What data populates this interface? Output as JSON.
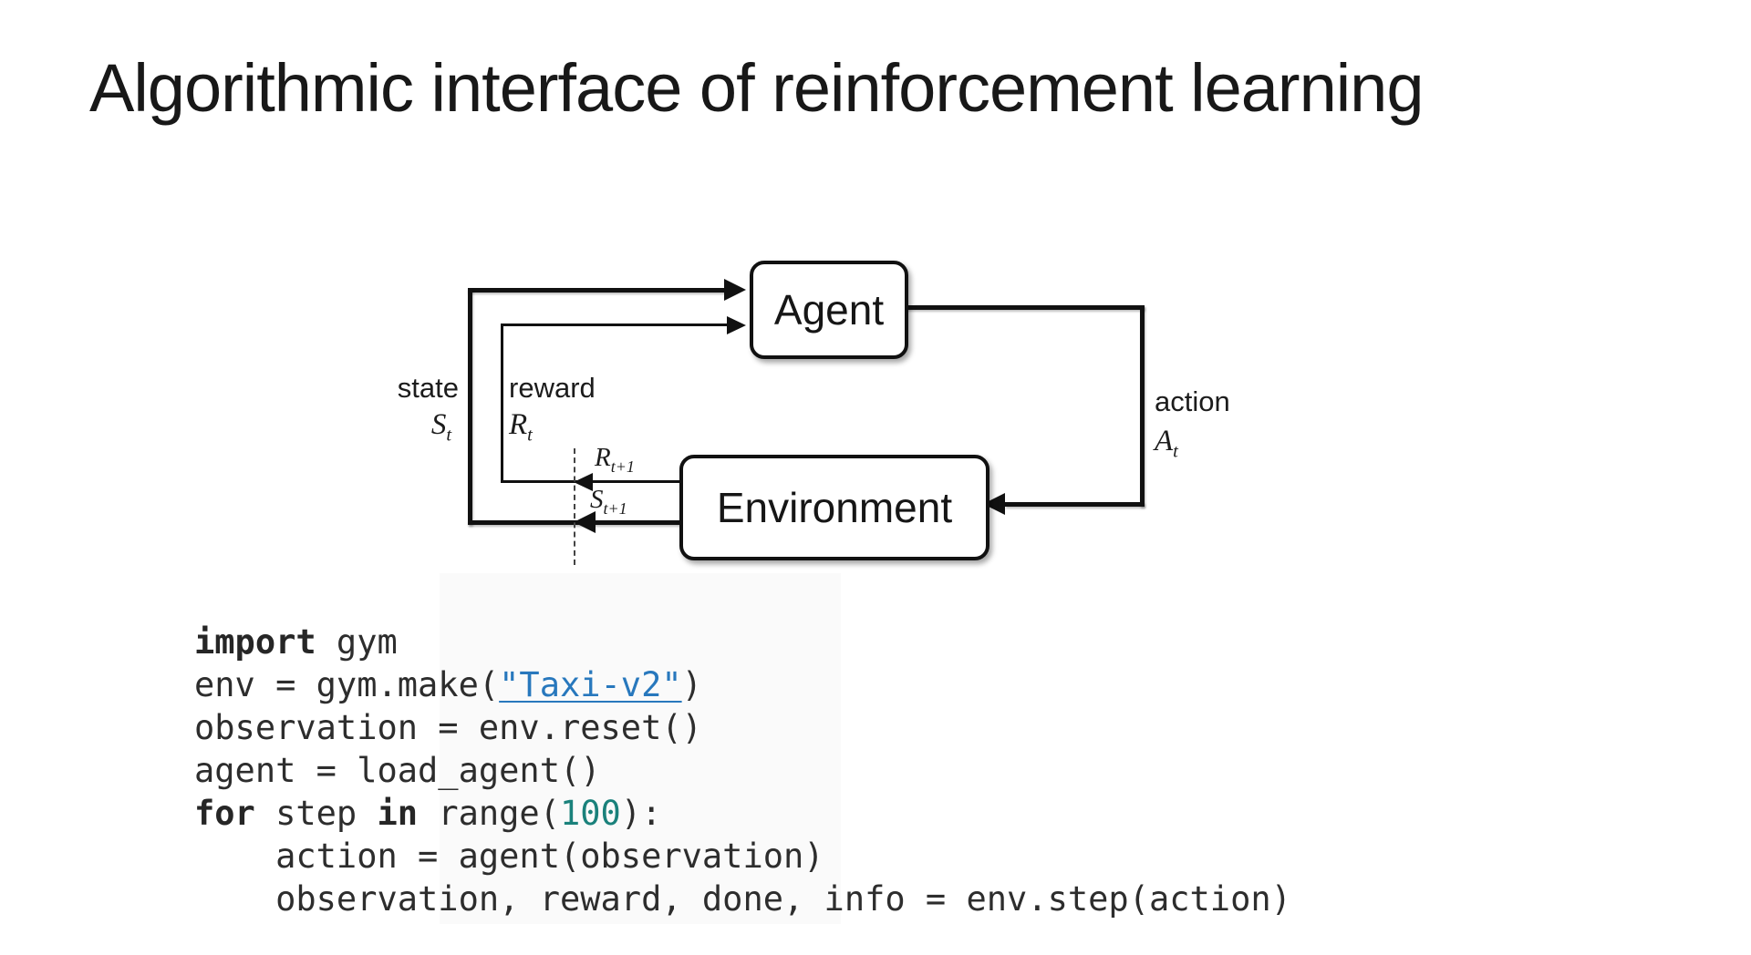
{
  "title": "Algorithmic interface of reinforcement learning",
  "diagram": {
    "agent": "Agent",
    "environment": "Environment",
    "state": {
      "label": "state",
      "symbol": "S",
      "sub": "t"
    },
    "reward": {
      "label": "reward",
      "symbol": "R",
      "sub": "t"
    },
    "action": {
      "label": "action",
      "symbol": "A",
      "sub": "t"
    },
    "next_reward": {
      "symbol": "R",
      "sub": "t+1"
    },
    "next_state": {
      "symbol": "S",
      "sub": "t+1"
    }
  },
  "code": {
    "lines": [
      {
        "tokens": [
          {
            "t": "import",
            "s": "kw"
          },
          {
            "t": " gym",
            "s": "pl"
          }
        ]
      },
      {
        "tokens": [
          {
            "t": "env = gym.make(",
            "s": "pl"
          },
          {
            "t": "\"Taxi-v2\"",
            "s": "lk"
          },
          {
            "t": ")",
            "s": "pl"
          }
        ]
      },
      {
        "tokens": [
          {
            "t": "observation = env.reset()",
            "s": "pl"
          }
        ]
      },
      {
        "tokens": [
          {
            "t": "agent = load_agent()",
            "s": "pl"
          }
        ]
      },
      {
        "tokens": [
          {
            "t": "for",
            "s": "kw"
          },
          {
            "t": " step ",
            "s": "pl"
          },
          {
            "t": "in",
            "s": "kw"
          },
          {
            "t": " range(",
            "s": "pl"
          },
          {
            "t": "100",
            "s": "nb"
          },
          {
            "t": "):",
            "s": "pl"
          }
        ]
      },
      {
        "tokens": [
          {
            "t": "    action = agent(observation)",
            "s": "pl"
          }
        ]
      },
      {
        "tokens": [
          {
            "t": "    observation, reward, done, info = env.step(action)",
            "s": "pl"
          }
        ]
      }
    ]
  },
  "colors": {
    "link": "#2878bd",
    "number": "#1a817b",
    "ink": "#111111"
  }
}
